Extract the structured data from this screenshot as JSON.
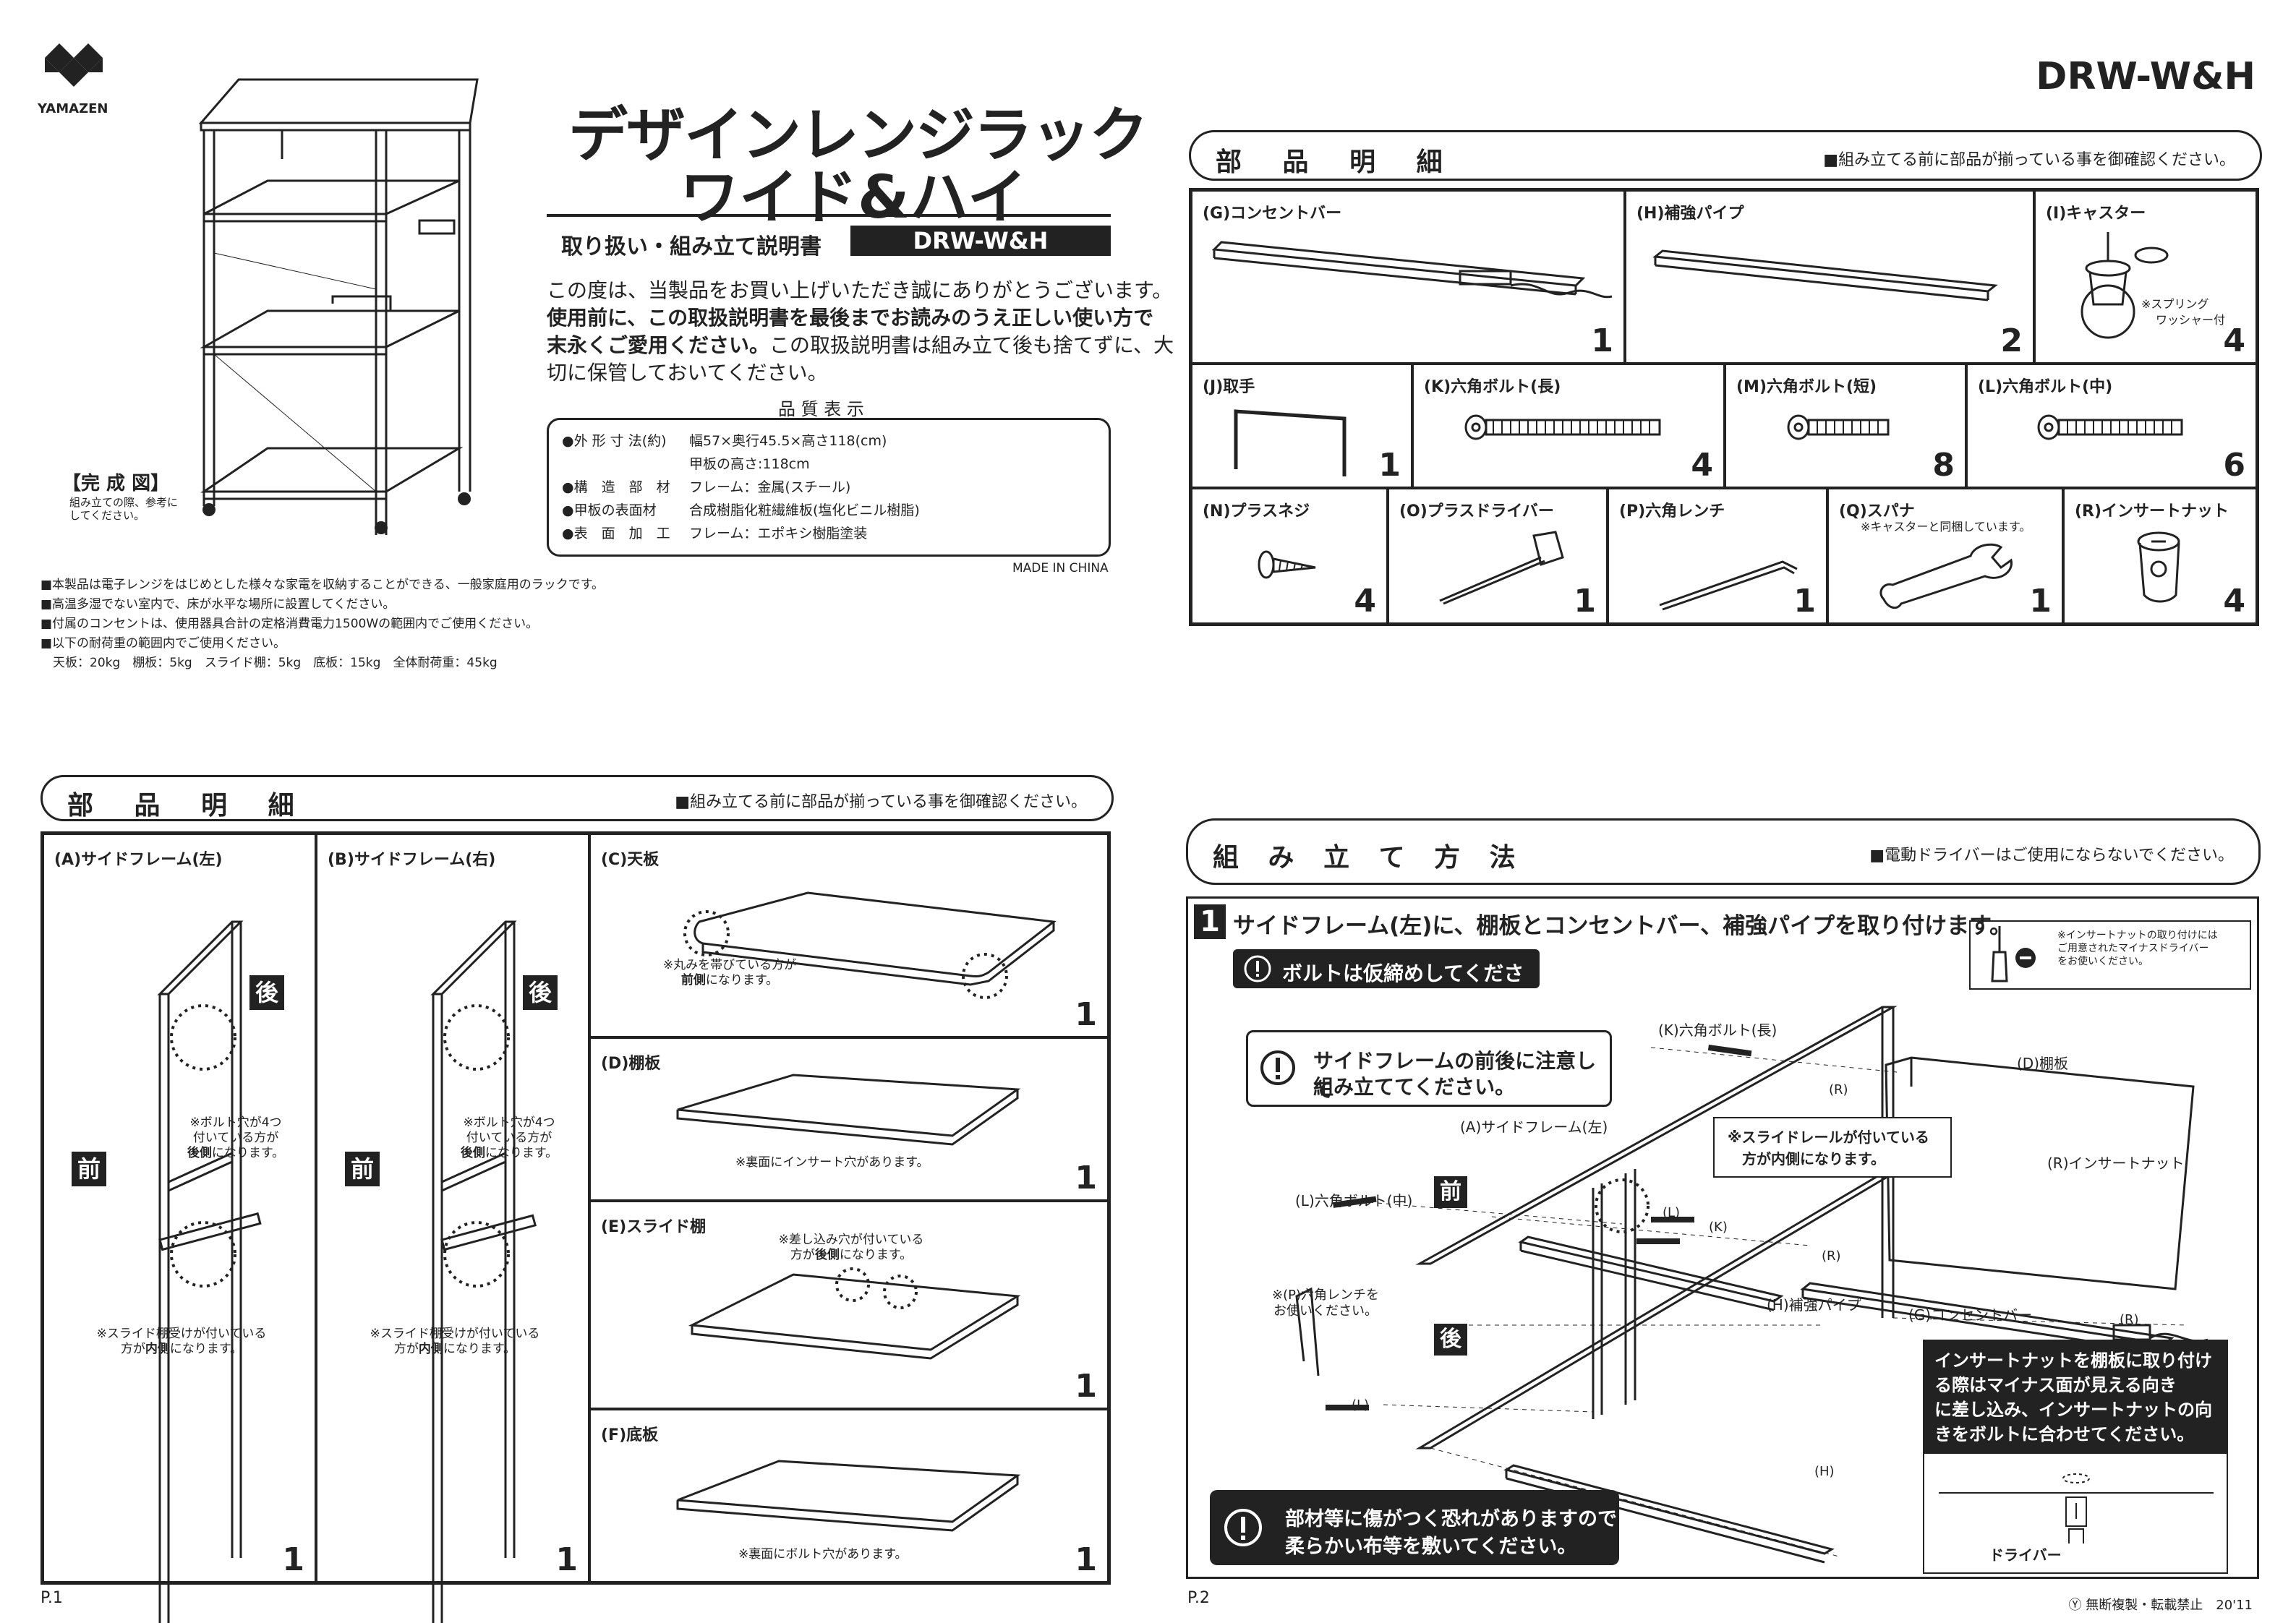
{
  "brand": {
    "name": "YAMAZEN"
  },
  "header": {
    "model": "DRW-W&H"
  },
  "cover": {
    "title_line1": "デザインレンジラック",
    "title_line2": "ワイド&ハイ",
    "subtitle": "取り扱い・組み立て説明書",
    "model_tag": "DRW-W&H",
    "intro_1": "この度は、当製品をお買い上げいただき誠にありがとうございます。",
    "intro_2": "使用前に、この取扱説明書を最後までお読みのうえ正しい使い方で",
    "intro_3a": "末永くご愛用ください。",
    "intro_3b": "この取扱説明書は組み立て後も捨てずに、大",
    "intro_4": "切に保管しておいてください。",
    "quality_title": "品 質 表 示",
    "quality_rows": [
      {
        "k": "●外 形 寸 法(約)",
        "v": "幅57×奥行45.5×高さ118(cm)"
      },
      {
        "k": "",
        "v": "甲板の高さ:118cm"
      },
      {
        "k": "●構　造　部　材",
        "v": "フレーム：金属(スチール)"
      },
      {
        "k": "●甲板の表面材",
        "v": "合成樹脂化粧繊維板(塩化ビニル樹脂)"
      },
      {
        "k": "●表　面　加　工",
        "v": "フレーム：エポキシ樹脂塗装"
      }
    ],
    "made_in": "MADE IN CHINA",
    "complete_label": "【完 成 図】",
    "complete_note_1": "組み立ての際、参考に",
    "complete_note_2": "してください。",
    "notes": [
      "■本製品は電子レンジをはじめとした様々な家電を収納することができる、一般家庭用のラックです。",
      "■高温多湿でない室内で、床が水平な場所に設置してください。",
      "■付属のコンセントは、使用器具合計の定格消費電力1500Wの範囲内でご使用ください。",
      "■以下の耐荷重の範囲内でご使用ください。",
      "　天板：20kg　棚板：5kg　スライド棚：5kg　底板：15kg　全体耐荷重：45kg"
    ]
  },
  "parts_top": {
    "title": "部 品 明 細",
    "note": "■組み立てる前に部品が揃っている事を御確認ください。",
    "row1": [
      {
        "label": "(G)コンセントバー",
        "qty": "1"
      },
      {
        "label": "(H)補強パイプ",
        "qty": "2"
      },
      {
        "label": "(I)キャスター",
        "qty": "4",
        "note1": "※スプリング",
        "note2": "ワッシャー付"
      }
    ],
    "row2": [
      {
        "label": "(J)取手",
        "qty": "1"
      },
      {
        "label": "(K)六角ボルト(長)",
        "qty": "4"
      },
      {
        "label": "(M)六角ボルト(短)",
        "qty": "8"
      },
      {
        "label": "(L)六角ボルト(中)",
        "qty": "6"
      }
    ],
    "row3": [
      {
        "label": "(N)プラスネジ",
        "qty": "4"
      },
      {
        "label": "(O)プラスドライバー",
        "qty": "1"
      },
      {
        "label": "(P)六角レンチ",
        "qty": "1"
      },
      {
        "label": "(Q)スパナ",
        "qty": "1",
        "note": "※キャスターと同梱しています。"
      },
      {
        "label": "(R)インサートナット",
        "qty": "4"
      }
    ]
  },
  "parts_bottom": {
    "title": "部 品 明 細",
    "note": "■組み立てる前に部品が揃っている事を御確認ください。",
    "left": {
      "label": "(A)サイドフレーム(左)",
      "qty": "1"
    },
    "right": {
      "label": "(B)サイドフレーム(右)",
      "qty": "1"
    },
    "back_tag": "後",
    "front_tag": "前",
    "bolt_note_1": "※ボルト穴が4つ",
    "bolt_note_2": "付いている方が",
    "bolt_note_3a": "後側",
    "bolt_note_3b": "になります。",
    "slide_note_1": "※スライド棚受けが付いている",
    "slide_note_2a": "方が",
    "slide_note_2b": "内側",
    "slide_note_2c": "になります。",
    "boards": [
      {
        "label": "(C)天板",
        "qty": "1",
        "note1": "※丸みを帯びている方が",
        "note2a": "前側",
        "note2b": "になります。"
      },
      {
        "label": "(D)棚板",
        "qty": "1",
        "note1": "※裏面にインサート穴があります。"
      },
      {
        "label": "(E)スライド棚",
        "qty": "1",
        "note1": "※差し込み穴が付いている",
        "note2a": "方が",
        "note2b": "後側",
        "note2c": "になります。"
      },
      {
        "label": "(F)底板",
        "qty": "1",
        "note1": "※裏面にボルト穴があります。"
      }
    ]
  },
  "assembly": {
    "title": "組 み 立 て 方 法",
    "note": "■電動ドライバーはご使用にならないでください。",
    "step_num": "1",
    "step_text": "サイドフレーム(左)に、棚板とコンセントバー、補強パイプを取り付けます。",
    "loose_tag": "ボルトは仮締めしてください",
    "driver_note_1": "※インサートナットの取り付けには",
    "driver_note_2": "ご用意されたマイナスドライバー",
    "driver_note_3": "をお使いください。",
    "caution_1": "サイドフレームの前後に注意して",
    "caution_2": "組み立ててください。",
    "rail_note_1": "※スライドレールが付いている",
    "rail_note_2": "方が内側になります。",
    "labels": {
      "k_long": "(K)六角ボルト(長)",
      "d_board": "(D)棚板",
      "r": "(R)",
      "a_left": "(A)サイドフレーム(左)",
      "r_nut": "(R)インサートナット",
      "l_mid": "(L)六角ボルト(中)",
      "front": "前",
      "back": "後",
      "l": "(L)",
      "k": "(K)",
      "wrench_1": "※(P)六角レンチを",
      "wrench_2": "お使いください。",
      "h_pipe": "(H)補強パイプ",
      "g_bar": "(G)コンセントバー",
      "h": "(H)"
    },
    "insert_note": [
      "インサートナットを棚板に取り付け",
      "る際はマイナス面が見える向き",
      "に差し込み、インサートナットの向",
      "きをボルトに合わせてください。"
    ],
    "driver_label": "ドライバー",
    "cloth_1": "部材等に傷がつく恐れがありますので",
    "cloth_2": "柔らかい布等を敷いてください。"
  },
  "footer": {
    "p1": "P.1",
    "p2": "P.2",
    "copy": "Ⓨ 無断複製・転載禁止　20'11"
  }
}
